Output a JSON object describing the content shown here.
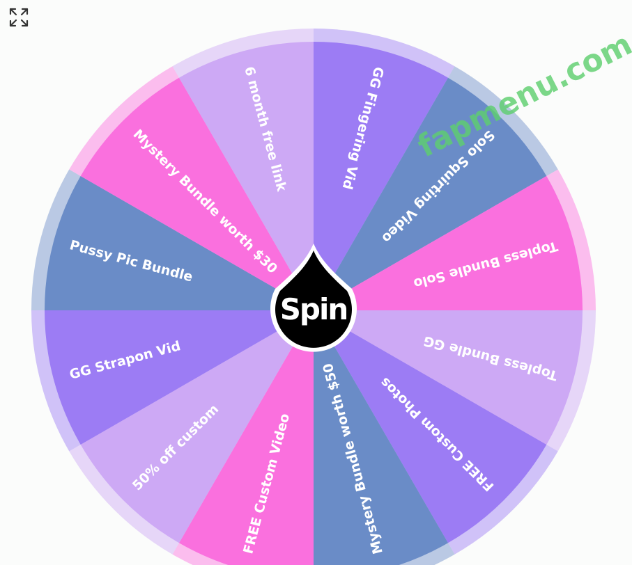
{
  "controls": {
    "expand_icon": "expand-icon",
    "spin_label": "Spin"
  },
  "watermark": {
    "text": "fapmenu.com",
    "color": "#5fcf70"
  },
  "colors": {
    "blue": "#6a8cc7",
    "violet": "#9c7cf4",
    "lavender": "#cda9f5",
    "pink": "#fa70de",
    "hub": "#000000",
    "hub_border": "#ffffff"
  },
  "wheel": {
    "slices": [
      {
        "label": "Pussy Pic Bundle",
        "color": "#9c7cf4"
      },
      {
        "label": "Mystery Bundle worth $30",
        "color": "#6a8cc7"
      },
      {
        "label": "6 month free link",
        "color": "#fa70de"
      },
      {
        "label": "GG Fingering Vid",
        "color": "#cda9f5"
      },
      {
        "label": "Solo Squirting Video",
        "color": "#9c7cf4"
      },
      {
        "label": "Topless Bundle Solo",
        "color": "#6a8cc7"
      },
      {
        "label": "Topless Bundle GG",
        "color": "#fa70de"
      },
      {
        "label": "FREE Custom Photos",
        "color": "#cda9f5"
      },
      {
        "label": "Mystery Bundle worth $50",
        "color": "#9c7cf4"
      },
      {
        "label": "FREE Custom Video",
        "color": "#6a8cc7"
      },
      {
        "label": "50% off custom",
        "color": "#fa70de"
      },
      {
        "label": "GG Strapon Vid",
        "color": "#cda9f5"
      }
    ]
  }
}
